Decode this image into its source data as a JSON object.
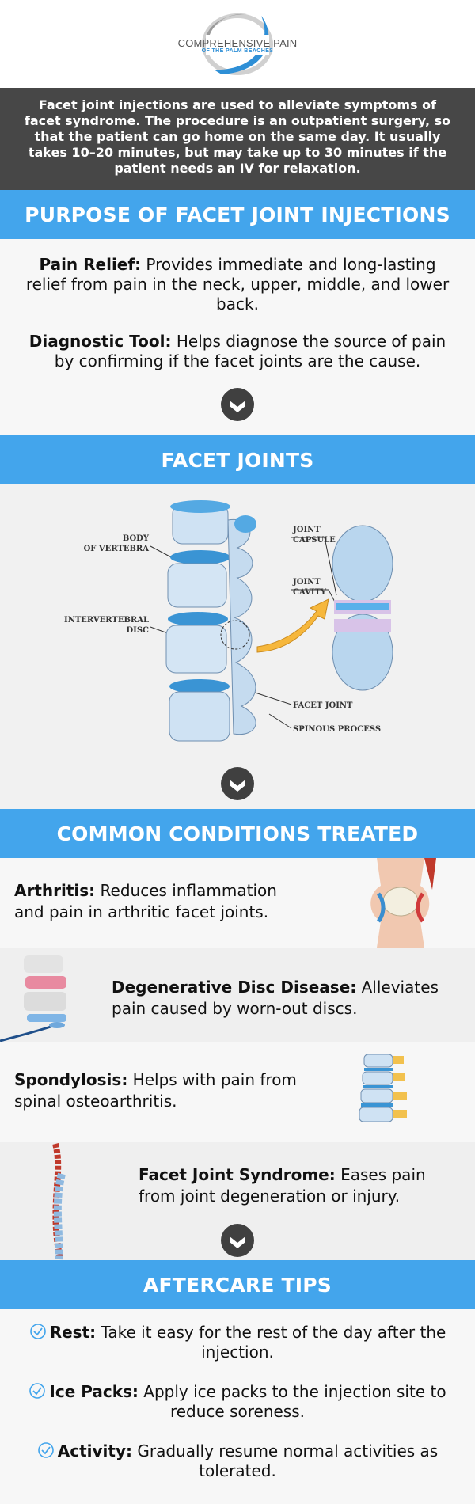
{
  "logo": {
    "main": "COMPREHENSIVE PAIN",
    "sub": "OF THE PALM BEACHES"
  },
  "intro": "Facet joint injections are used to alleviate symptoms of facet syndrome. The procedure is an outpatient surgery, so that the patient can go home on the same day. It usually takes 10–20 minutes, but may take up to 30 minutes if the patient needs an IV for relaxation.",
  "purpose": {
    "heading": "PURPOSE OF FACET JOINT INJECTIONS",
    "items": [
      {
        "term": "Pain Relief:",
        "text": " Provides immediate and long-lasting relief from pain in the neck, upper, middle, and lower back."
      },
      {
        "term": "Diagnostic Tool:",
        "text": " Helps diagnose the source of pain by confirming if the facet joints are the cause."
      }
    ]
  },
  "facet": {
    "heading": "FACET JOINTS",
    "labels": {
      "body1": "BODY",
      "body2": "OF VERTEBRA",
      "disc1": "INTERVERTEBRAL",
      "disc2": "DISC",
      "capsule1": "JOINT",
      "capsule2": "CAPSULE",
      "cavity1": "JOINT",
      "cavity2": "CAVITY",
      "facet_joint": "FACET JOINT",
      "spinous": "SPINOUS PROCESS"
    }
  },
  "conditions": {
    "heading": "COMMON CONDITIONS TREATED",
    "items": [
      {
        "term": "Arthritis:",
        "text": " Reduces inflammation and pain in arthritic facet joints."
      },
      {
        "term": "Degenerative Disc Disease:",
        "text": " Alleviates pain caused by worn-out discs."
      },
      {
        "term": "Spondylosis:",
        "text": " Helps with pain from spinal osteoarthritis."
      },
      {
        "term": "Facet Joint Syndrome:",
        "text": " Eases pain from joint degeneration or injury."
      }
    ]
  },
  "aftercare": {
    "heading": "AFTERCARE TIPS",
    "items": [
      {
        "term": "Rest:",
        "text": " Take it easy for the rest of the day after the injection."
      },
      {
        "term": "Ice Packs:",
        "text": " Apply ice packs to the injection site to reduce soreness."
      },
      {
        "term": "Activity:",
        "text": " Gradually resume normal activities as tolerated."
      }
    ]
  },
  "colors": {
    "accent_blue": "#43a5ec",
    "dark_band": "#474747",
    "chevron": "#404040"
  }
}
